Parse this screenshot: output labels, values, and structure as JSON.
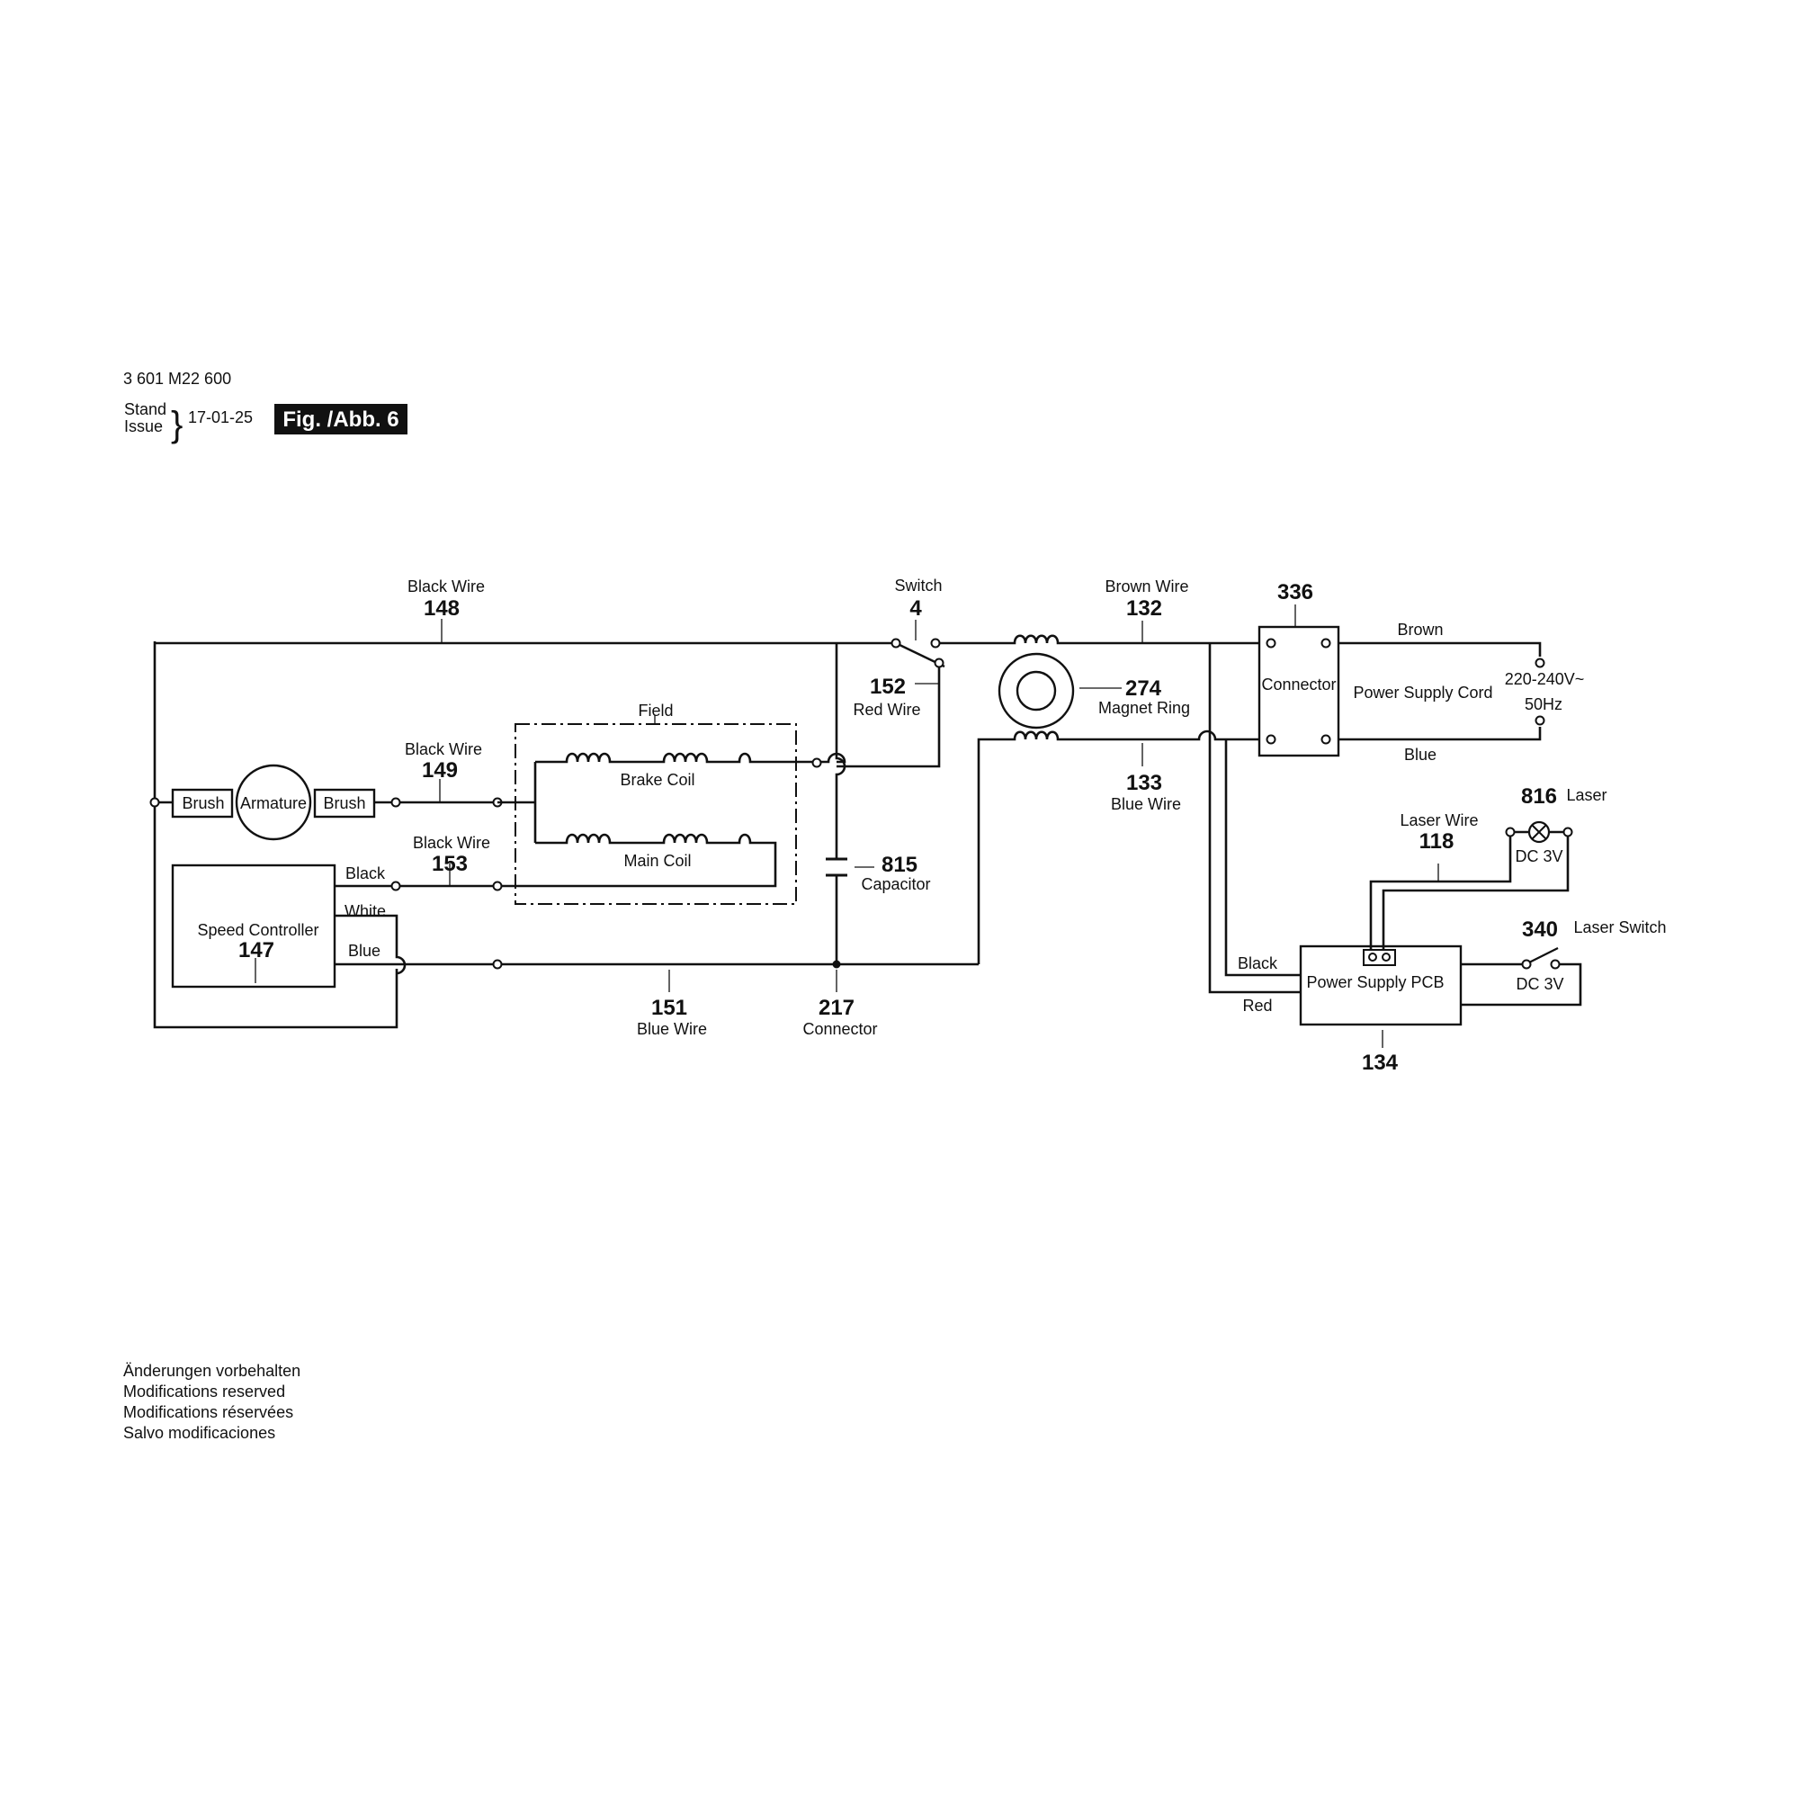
{
  "header": {
    "part_number": "3 601 M22 600",
    "stand": "Stand",
    "issue": "Issue",
    "date": "17-01-25",
    "figure": "Fig. /Abb. 6"
  },
  "labels": {
    "black_wire_148": {
      "text": "Black Wire",
      "num": "148"
    },
    "switch_4": {
      "text": "Switch",
      "num": "4"
    },
    "brown_wire_132": {
      "text": "Brown Wire",
      "num": "132"
    },
    "connector_336": {
      "num": "336",
      "text": "Connector"
    },
    "red_wire_152": {
      "num": "152",
      "text": "Red Wire"
    },
    "magnet_ring_274": {
      "num": "274",
      "text": "Magnet Ring"
    },
    "blue_wire_133": {
      "num": "133",
      "text": "Blue Wire"
    },
    "field": "Field",
    "brake_coil": "Brake Coil",
    "main_coil": "Main Coil",
    "black_wire_149": {
      "text": "Black Wire",
      "num": "149"
    },
    "black_wire_153": {
      "text": "Black Wire",
      "num": "153"
    },
    "brush_left": "Brush",
    "armature": "Armature",
    "brush_right": "Brush",
    "speed_controller": {
      "text": "Speed Controller",
      "num": "147"
    },
    "sc_black": "Black",
    "sc_white": "White",
    "sc_blue": "Blue",
    "capacitor_815": {
      "num": "815",
      "text": "Capacitor"
    },
    "blue_wire_151": {
      "num": "151",
      "text": "Blue Wire"
    },
    "connector_217": {
      "num": "217",
      "text": "Connector"
    },
    "cord_brown": "Brown",
    "cord_blue": "Blue",
    "power_supply_cord": "Power Supply Cord",
    "voltage": "220-240V~",
    "frequency": "50Hz",
    "laser_816": {
      "num": "816",
      "text": "Laser"
    },
    "laser_dc": "DC 3V",
    "laser_wire_118": {
      "text": "Laser Wire",
      "num": "118"
    },
    "laser_switch_340": {
      "num": "340",
      "text": "Laser Switch"
    },
    "switch_dc": "DC 3V",
    "pcb_black": "Black",
    "pcb_red": "Red",
    "power_supply_pcb": {
      "text": "Power Supply PCB",
      "num": "134"
    }
  },
  "footer": {
    "lines": [
      "Änderungen vorbehalten",
      "Modifications reserved",
      "Modifications réservées",
      "Salvo modificaciones"
    ]
  }
}
